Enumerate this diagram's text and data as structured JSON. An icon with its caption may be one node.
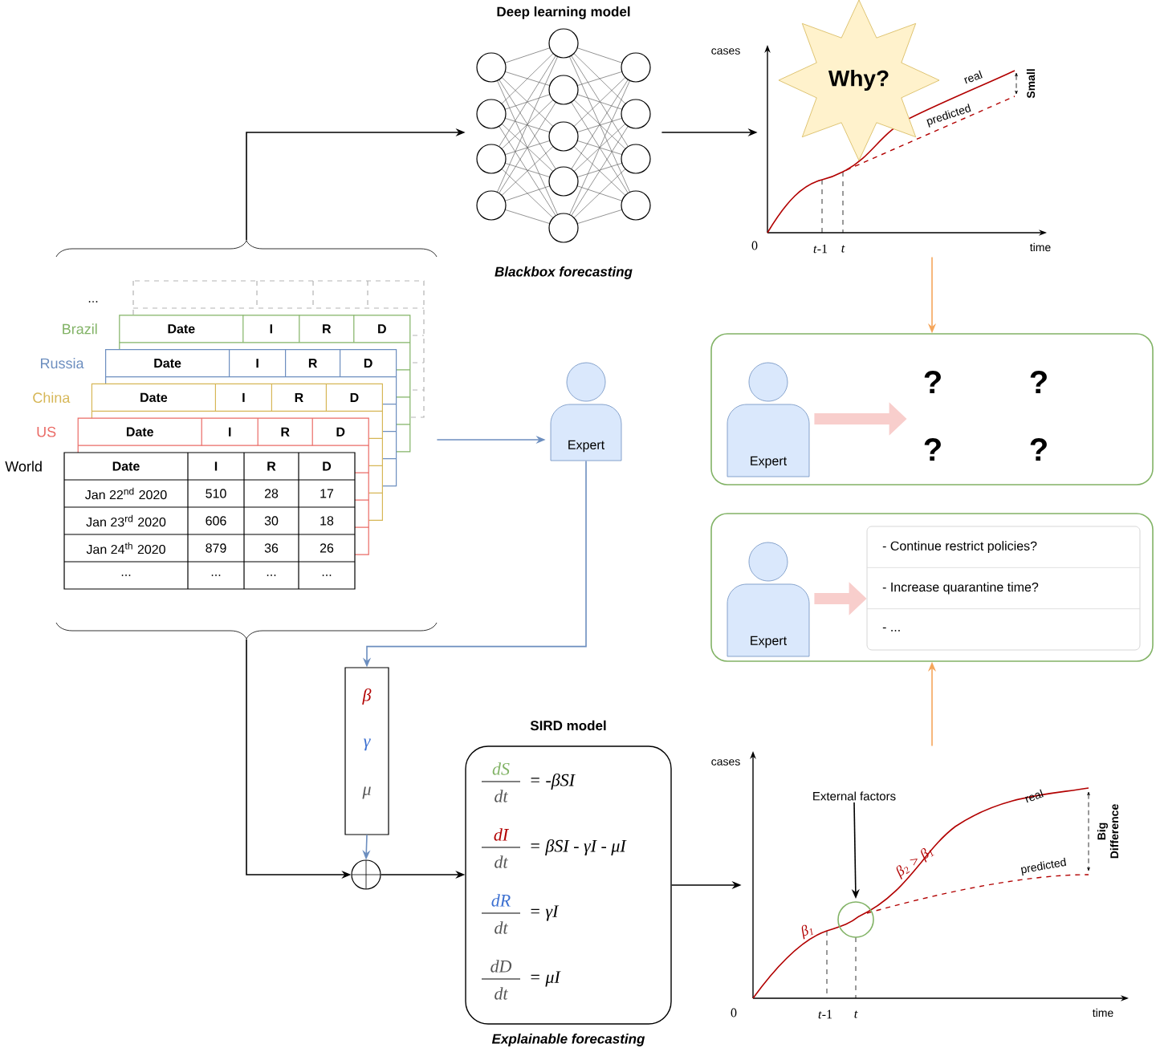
{
  "diagram": {
    "nodes": [
      {
        "text": [],
        "shape": "picture"
      },
      {
        "text": [
          "Deep learning model"
        ],
        "beside": [
          "Blackbox forecasting"
        ]
      },
      {
        "text": [],
        "shape": "picture"
      },
      {
        "text": [
          "Why?"
        ]
      },
      {
        "text": [
          "Expert"
        ]
      },
      {
        "text": [
          "β",
          "γ",
          "μ"
        ]
      },
      {
        "text": [],
        "shape": "circle"
      },
      {
        "text": [
          "SIRD model",
          "dS",
          "dt",
          "= -βSI",
          "dI",
          "dt",
          "= βSI - γI - μI",
          "dR",
          "dt",
          "= γI",
          "dD",
          "dt",
          "= μI"
        ],
        "beside": [
          "Explainable forecasting"
        ]
      },
      {
        "text": [],
        "shape": "picture"
      },
      {
        "text": [
          "External factors"
        ],
        "in": 8
      },
      {
        "text": [],
        "shape": "box"
      },
      {
        "text": [
          "Expert"
        ],
        "in": 10
      },
      {
        "text": [
          "?",
          "?",
          "?",
          "?"
        ],
        "in": 10
      },
      {
        "text": [],
        "shape": "box"
      },
      {
        "text": [
          "Expert"
        ],
        "in": 13
      },
      {
        "text": [
          "- Continue restrict policies?",
          "- Increase quarantine time?",
          "- ..."
        ],
        "in": 13
      }
    ],
    "edges": [
      {
        "from": 0,
        "to": 1,
        "arrow": "to"
      },
      {
        "from": 1,
        "to": 2,
        "arrow": "to"
      },
      {
        "from": 0,
        "to": 4,
        "arrow": "to",
        "color": "#6c8ebf"
      },
      {
        "from": 4,
        "to": 5,
        "arrow": "to",
        "color": "#6c8ebf"
      },
      {
        "from": 5,
        "to": 6,
        "arrow": "to",
        "color": "#6c8ebf"
      },
      {
        "from": 0,
        "to": 6,
        "arrow": "to"
      },
      {
        "from": 6,
        "to": 7,
        "arrow": "to"
      },
      {
        "from": 7,
        "to": 8,
        "arrow": "to"
      },
      {
        "from": 9,
        "to": null,
        "arrow": "to"
      },
      {
        "from": 2,
        "to": 10,
        "arrow": "to",
        "color": "#f5a65b"
      },
      {
        "from": 8,
        "to": 13,
        "arrow": "to",
        "color": "#f5a65b"
      },
      {
        "from": 11,
        "to": 12,
        "arrow": "to",
        "style": "thick",
        "color": "#f8cecc"
      },
      {
        "from": 14,
        "to": 15,
        "arrow": "to",
        "style": "thick",
        "color": "#f8cecc"
      }
    ],
    "labels": [
      "...",
      "Brazil",
      "Russia",
      "China",
      "US",
      "World",
      "Date",
      "I",
      "R",
      "D",
      "Date",
      "I",
      "R",
      "D",
      "Date",
      "I",
      "R",
      "D",
      "Date",
      "I",
      "R",
      "D",
      "Date",
      "I",
      "R",
      "D",
      "Jan 22$^{nd}$ 2020",
      "510",
      "28",
      "17",
      "Jan 23$^{rd}$ 2020",
      "606",
      "30",
      "18",
      "Jan 24$^{th}$ 2020",
      "879",
      "36",
      "26",
      "...",
      "...",
      "...",
      "...",
      "cases",
      "real",
      "predicted",
      "Small",
      "0",
      "*t*-1",
      "t",
      "time",
      "cases",
      "β$_{1}$",
      "β$_{2}$ > β$_{1}$",
      "real",
      "predicted",
      "Big Difference",
      "0",
      "*t*-1",
      "t",
      "time"
    ]
  }
}
